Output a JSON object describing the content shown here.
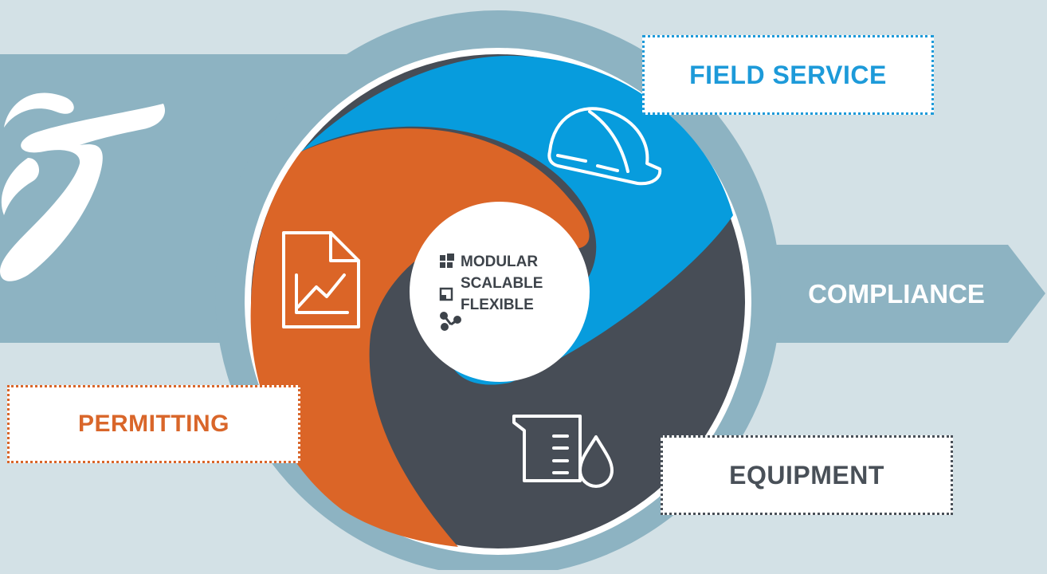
{
  "segments": {
    "field_service": {
      "label": "FIELD SERVICE",
      "color": "#079cdd",
      "icon": "hard-hat-icon"
    },
    "permitting": {
      "label": "PERMITTING",
      "color": "#db6527",
      "icon": "report-chart-icon"
    },
    "equipment": {
      "label": "EQUIPMENT",
      "color": "#474d56",
      "icon": "beaker-droplet-icon"
    }
  },
  "arrow": {
    "label": "COMPLIANCE",
    "color": "#8db3c2"
  },
  "center": {
    "items": [
      {
        "label": "MODULAR",
        "icon": "modules-icon"
      },
      {
        "label": "SCALABLE",
        "icon": "scale-icon"
      },
      {
        "label": "FLEXIBLE",
        "icon": "flexible-branch-icon"
      }
    ]
  },
  "colors": {
    "background": "#d3e1e6",
    "ring": "#8db3c2",
    "white": "#ffffff"
  }
}
